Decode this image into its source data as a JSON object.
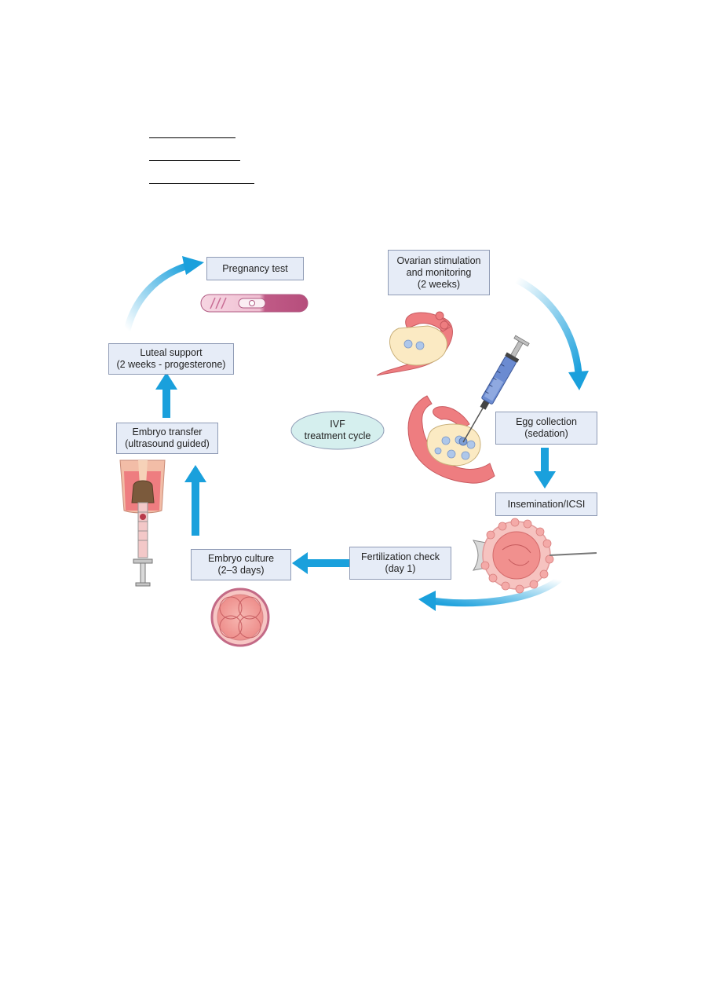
{
  "diagram": {
    "center_label": "IVF\ntreatment cycle",
    "steps": {
      "ovarian": "Ovarian stimulation\nand monitoring\n(2 weeks)",
      "egg": "Egg collection\n(sedation)",
      "insemination": "Insemination/ICSI",
      "fertilization": "Fertilization check\n(day 1)",
      "culture": "Embryo culture\n(2–3 days)",
      "transfer": "Embryo transfer\n(ultrasound guided)",
      "luteal": "Luteal support\n(2 weeks - progesterone)",
      "pregnancy": "Pregnancy test"
    },
    "colors": {
      "arrow": "#1aa0dc",
      "box_fill": "#e6ecf7",
      "box_border": "#8f9bb5",
      "ellipse_fill": "#d5efee",
      "tissue": "#ee7d80",
      "ovary": "#fbeac3"
    }
  }
}
